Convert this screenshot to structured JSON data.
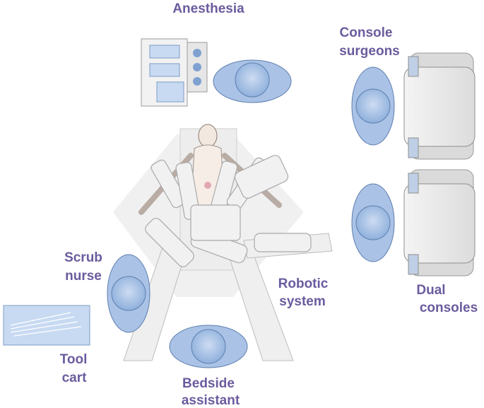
{
  "labels": {
    "anesthesia": "Anesthesia",
    "console_surgeons_line1": "Console",
    "console_surgeons_line2": "surgeons",
    "scrub_nurse_line1": "Scrub",
    "scrub_nurse_line2": "nurse",
    "robotic_system_line1": "Robotic",
    "robotic_system_line2": "system",
    "dual_consoles_line1": "Dual",
    "dual_consoles_line2": "consoles",
    "tool_cart_line1": "Tool",
    "tool_cart_line2": "cart",
    "bedside_assistant_line1": "Bedside",
    "bedside_assistant_line2": "assistant"
  },
  "colors": {
    "label": "#6b5b9e",
    "person_fill": "#a9c2e6",
    "person_stroke": "#5f7fae",
    "equipment_fill": "#c8daf2",
    "console_fill": "#e8e8e8",
    "robot_fill": "#ececec"
  }
}
